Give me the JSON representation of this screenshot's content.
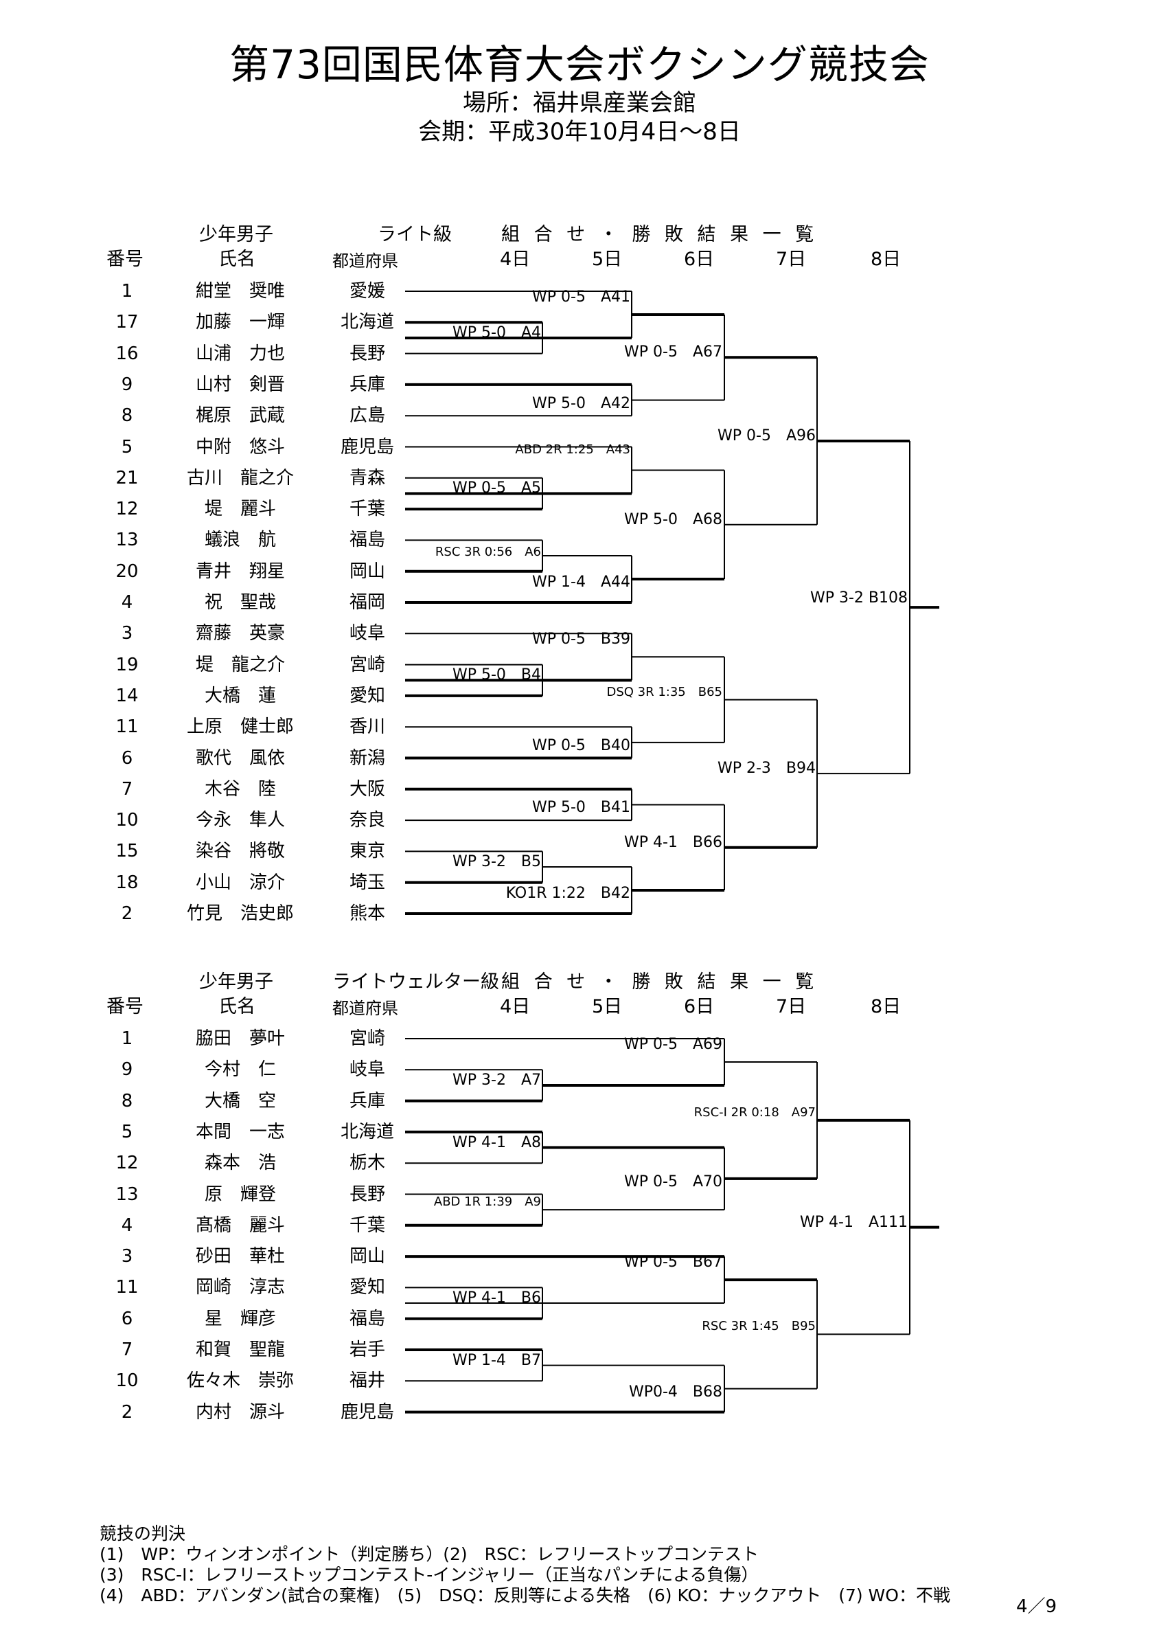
{
  "title": "第73回国民体育大会ボクシング競技会",
  "venue": "場所：福井県産業会館",
  "period": "会期：平成30年10月4日〜8日",
  "headers": {
    "no": "番号",
    "name": "氏名",
    "pref": "都道府県",
    "listing": "組 合 せ ・ 勝 敗 結 果 一 覧",
    "days": [
      "4日",
      "5日",
      "6日",
      "7日",
      "8日"
    ]
  },
  "sections": [
    {
      "category": "少年男子",
      "weight": "ライト級",
      "entries": [
        {
          "no": "1",
          "name": "紺堂　奨唯",
          "pref": "愛媛"
        },
        {
          "no": "17",
          "name": "加藤　一輝",
          "pref": "北海道"
        },
        {
          "no": "16",
          "name": "山浦　力也",
          "pref": "長野"
        },
        {
          "no": "9",
          "name": "山村　剣晋",
          "pref": "兵庫"
        },
        {
          "no": "8",
          "name": "梶原　武蔵",
          "pref": "広島"
        },
        {
          "no": "5",
          "name": "中附　悠斗",
          "pref": "鹿児島"
        },
        {
          "no": "21",
          "name": "古川　龍之介",
          "pref": "青森"
        },
        {
          "no": "12",
          "name": "堤　麗斗",
          "pref": "千葉"
        },
        {
          "no": "13",
          "name": "蟻浪　航",
          "pref": "福島"
        },
        {
          "no": "20",
          "name": "青井　翔星",
          "pref": "岡山"
        },
        {
          "no": "4",
          "name": "祝　聖哉",
          "pref": "福岡"
        },
        {
          "no": "3",
          "name": "齋藤　英豪",
          "pref": "岐阜"
        },
        {
          "no": "19",
          "name": "堤　龍之介",
          "pref": "宮崎"
        },
        {
          "no": "14",
          "name": "大橋　蓮",
          "pref": "愛知"
        },
        {
          "no": "11",
          "name": "上原　健士郎",
          "pref": "香川"
        },
        {
          "no": "6",
          "name": "歌代　風依",
          "pref": "新潟"
        },
        {
          "no": "7",
          "name": "木谷　陸",
          "pref": "大阪"
        },
        {
          "no": "10",
          "name": "今永　隼人",
          "pref": "奈良"
        },
        {
          "no": "15",
          "name": "染谷　將敬",
          "pref": "東京"
        },
        {
          "no": "18",
          "name": "小山　涼介",
          "pref": "埼玉"
        },
        {
          "no": "2",
          "name": "竹見　浩史郎",
          "pref": "熊本"
        }
      ],
      "results": [
        {
          "text": "WP 0-5　A41"
        },
        {
          "text": "WP 5-0　A4"
        },
        {
          "text": "WP 0-5　A67"
        },
        {
          "text": "WP 5-0　A42"
        },
        {
          "text": "WP 0-5　A96"
        },
        {
          "text": "ABD 2R 1:25　A43"
        },
        {
          "text": "WP 0-5　A5"
        },
        {
          "text": "WP 5-0　A68"
        },
        {
          "text": "RSC 3R 0:56　A6"
        },
        {
          "text": "WP 1-4　A44"
        },
        {
          "text": "WP 3-2 B108"
        },
        {
          "text": "WP 0-5　B39"
        },
        {
          "text": "WP 5-0　B4"
        },
        {
          "text": "DSQ 3R 1:35　B65"
        },
        {
          "text": "WP 0-5　B40"
        },
        {
          "text": "WP 2-3　B94"
        },
        {
          "text": "WP 5-0　B41"
        },
        {
          "text": "WP 4-1　B66"
        },
        {
          "text": "WP 3-2　B5"
        },
        {
          "text": "KO1R 1:22　B42"
        }
      ]
    },
    {
      "category": "少年男子",
      "weight": "ライトウェルター級",
      "entries": [
        {
          "no": "1",
          "name": "脇田　夢叶",
          "pref": "宮崎"
        },
        {
          "no": "9",
          "name": "今村　仁",
          "pref": "岐阜"
        },
        {
          "no": "8",
          "name": "大橋　空",
          "pref": "兵庫"
        },
        {
          "no": "5",
          "name": "本間　一志",
          "pref": "北海道"
        },
        {
          "no": "12",
          "name": "森本　浩",
          "pref": "栃木"
        },
        {
          "no": "13",
          "name": "原　輝登",
          "pref": "長野"
        },
        {
          "no": "4",
          "name": "髙橋　麗斗",
          "pref": "千葉"
        },
        {
          "no": "3",
          "name": "砂田　華杜",
          "pref": "岡山"
        },
        {
          "no": "11",
          "name": "岡崎　淳志",
          "pref": "愛知"
        },
        {
          "no": "6",
          "name": "星　輝彦",
          "pref": "福島"
        },
        {
          "no": "7",
          "name": "和賀　聖龍",
          "pref": "岩手"
        },
        {
          "no": "10",
          "name": "佐々木　崇弥",
          "pref": "福井"
        },
        {
          "no": "2",
          "name": "内村　源斗",
          "pref": "鹿児島"
        }
      ],
      "results": [
        {
          "text": "WP 0-5　A69"
        },
        {
          "text": "WP 3-2　A7"
        },
        {
          "text": "RSC-I 2R 0:18　A97"
        },
        {
          "text": "WP 4-1　A8"
        },
        {
          "text": "WP 0-5　A70"
        },
        {
          "text": "ABD 1R 1:39　A9"
        },
        {
          "text": "WP 4-1　A111"
        },
        {
          "text": "WP 0-5　B67"
        },
        {
          "text": "WP 4-1　B6"
        },
        {
          "text": "RSC 3R 1:45　B95"
        },
        {
          "text": "WP 1-4　B7"
        },
        {
          "text": "WP0-4　B68"
        }
      ]
    }
  ],
  "legend": {
    "heading": "競技の判決",
    "lines": [
      "(1)　WP：ウィンオンポイント（判定勝ち）(2)　RSC：レフリーストップコンテスト",
      "(3)　RSC-I：レフリーストップコンテスト-インジャリー（正当なパンチによる負傷）",
      "(4)　ABD：アバンダン(試合の棄権)　(5)　DSQ：反則等による失格　(6) KO：ナックアウト　(7) WO：不戦"
    ]
  },
  "page": "4／9"
}
